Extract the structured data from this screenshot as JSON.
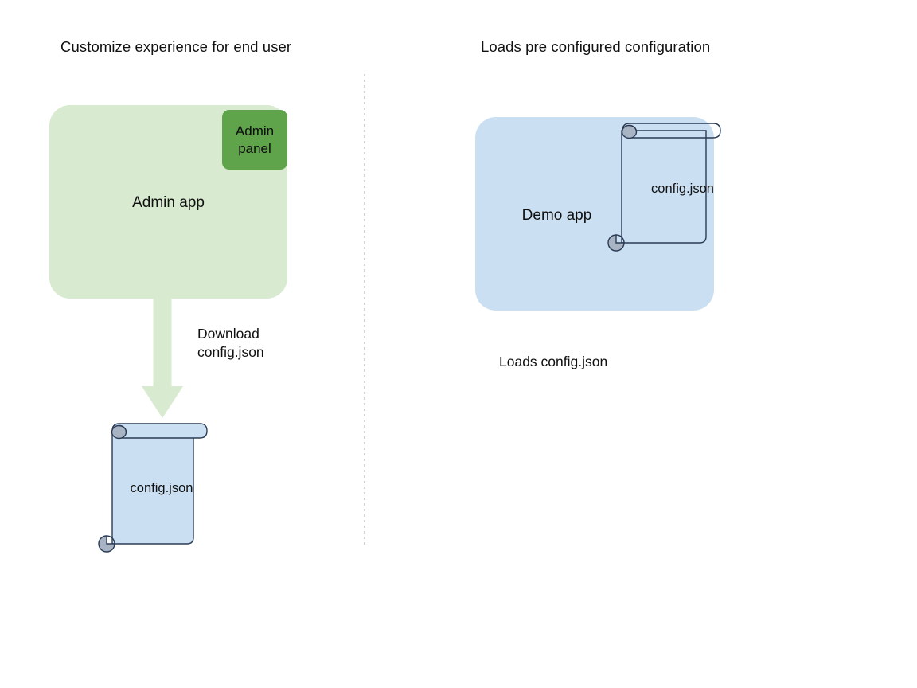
{
  "diagram": {
    "background_color": "#ffffff",
    "columns": [
      {
        "id": "left",
        "title": "Customize experience for end user",
        "app_box": {
          "label": "Admin app",
          "fill": "#d8eacf"
        },
        "chip": {
          "label": "Admin\npanel",
          "fill": "#5fa34a"
        },
        "arrow": {
          "caption": "Download\nconfig.json",
          "fill": "#d8eacf",
          "direction": "down"
        },
        "document": {
          "label": "config.json",
          "fill": "#cbdff2",
          "stroke": "#2b3b55",
          "curl_fill": "#a8b4c4"
        }
      },
      {
        "id": "right",
        "title": "Loads pre configured configuration",
        "app_box": {
          "label": "Demo app",
          "fill": "#cbdff2"
        },
        "document": {
          "label": "config.json",
          "fill": "none",
          "stroke": "#2b3b55",
          "curl_fill": "#a8b4c4"
        },
        "caption": "Loads config.json"
      }
    ],
    "divider": {
      "style": "dotted",
      "color": "#d3d3d3"
    }
  }
}
